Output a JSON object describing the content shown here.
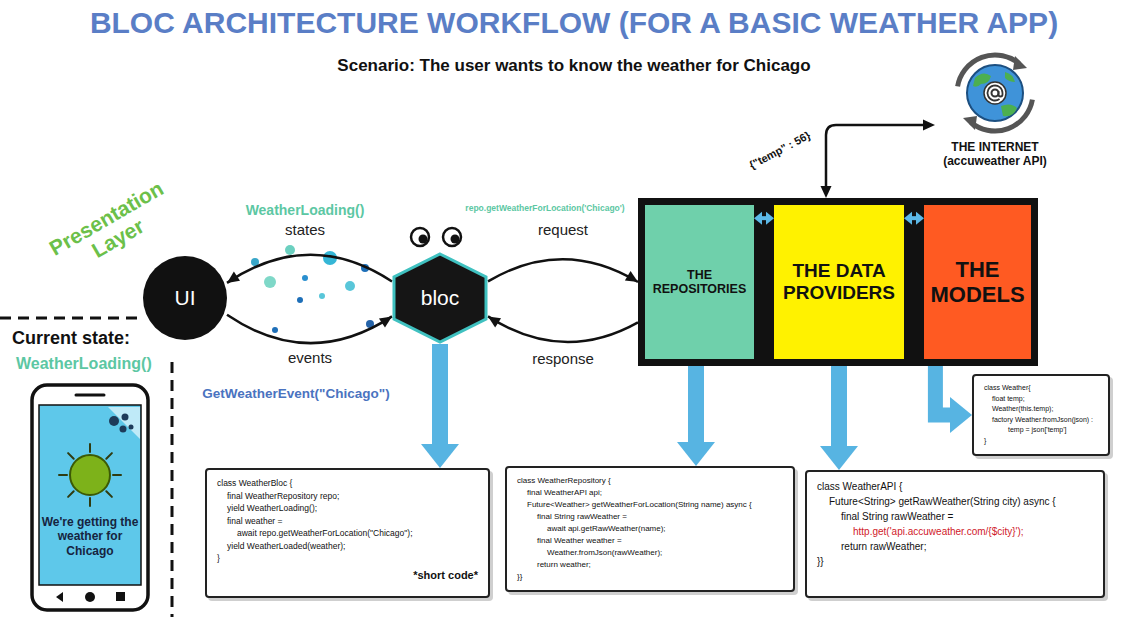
{
  "diagram": {
    "title": "BLOC ARCHITECTURE WORKFLOW (FOR A BASIC WEATHER APP)",
    "caption": "Scenario: The user wants to know the weather for Chicago",
    "nodes": [
      {
        "text": [
          "THE INTERNET (accuweather API)"
        ]
      },
      {
        "text": [
          "UI"
        ]
      },
      {
        "text": [
          "bloc"
        ]
      },
      {
        "text": [
          "THE REPOSITORIES"
        ]
      },
      {
        "text": [
          "THE DATA PROVIDERS"
        ]
      },
      {
        "text": [
          "THE MODELS"
        ]
      },
      {
        "text": [
          "class Weather{",
          "float temp;",
          "Weather(this.temp);",
          "factory Weather.fromJson(json) :",
          "temp = json['temp']",
          "}"
        ]
      },
      {
        "text": [
          "We're getting the weather for Chicago"
        ]
      },
      {
        "text": [
          "class WeatherBloc {",
          "final WeatherRepository repo;",
          "yield WeatherLoading();",
          "final weather =",
          "await repo.getWeatherForLocation(\"Chicago\");",
          "yield WeatherLoaded(weather);",
          "}",
          "*short code*"
        ]
      },
      {
        "text": [
          "class WeatherRepository {",
          "final WeatherAPI api;",
          "Future<Weather> getWeatherForLocation(String name) async {",
          "final String rawWeather =",
          "await api.getRawWeather(name);",
          "final Weather weather =",
          "Weather.fromJson(rawWeather);",
          "return weather;",
          "}}"
        ]
      },
      {
        "text": [
          "class WeatherAPI {",
          "Future<String> getRawWeather(String city) async {",
          "final String rawWeather =",
          "http.get('api.accuweather.com/{$city}');",
          "return rawWeather;",
          "}}"
        ]
      }
    ],
    "edges": [
      {
        "from": 2,
        "to": 1,
        "arrow": "to",
        "label": "states"
      },
      {
        "from": 1,
        "to": 2,
        "arrow": "to",
        "label": "events"
      },
      {
        "from": 2,
        "to": 3,
        "arrow": "to",
        "label": "request"
      },
      {
        "from": 3,
        "to": 2,
        "arrow": "to",
        "label": "response"
      },
      {
        "from": 3,
        "to": 4,
        "arrow": "both"
      },
      {
        "from": 4,
        "to": 5,
        "arrow": "both"
      },
      {
        "from": 4,
        "to": 0,
        "arrow": "both",
        "label": "{\"temp\" : 56}"
      },
      {
        "from": 2,
        "to": 8,
        "arrow": "to"
      },
      {
        "from": 3,
        "to": 9,
        "arrow": "to"
      },
      {
        "from": 4,
        "to": 10,
        "arrow": "to"
      },
      {
        "from": 5,
        "to": 6,
        "arrow": "to"
      }
    ],
    "labels": [
      "Presentation Layer",
      "WeatherLoading()",
      "GetWeatherEvent(\"Chicago\")",
      "repo.getWeatherForLocation('Chicago')",
      "Current state:",
      "WeatherLoading()"
    ]
  }
}
